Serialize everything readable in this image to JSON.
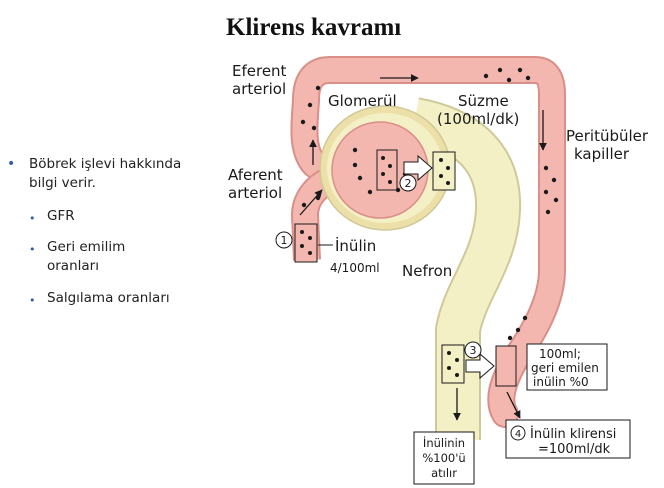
{
  "title": "Klirens kavramı",
  "bullets": {
    "main": "Böbrek işlevi hakkında bilgi verir.",
    "sub": [
      "GFR",
      "Geri emilim oranları",
      "Salgılama oranları"
    ]
  },
  "labels": {
    "efferent_1": "Eferent",
    "efferent_2": "arteriol",
    "glomerulus": "Glomerül",
    "filtration_1": "Süzme",
    "filtration_2": "(100ml/dk)",
    "peritubular_1": "Peritübüler",
    "peritubular_2": "kapiller",
    "afferent_1": "Aferent",
    "afferent_2": "arteriol",
    "inulin": "İnülin",
    "inulin_conc": "4/100ml",
    "nephron": "Nefron",
    "reabsorbed_1": "100ml;",
    "reabsorbed_2": "geri emilen",
    "reabsorbed_3": "inülin %0",
    "clearance_1": "İnülin klirensi",
    "clearance_2": "=100ml/dk",
    "excreted_1": "İnülinin",
    "excreted_2": "%100'ü",
    "excreted_3": "atılır"
  },
  "steps": [
    "1",
    "2",
    "3",
    "4"
  ],
  "colors": {
    "vessel": "#f4b7b0",
    "vessel_stroke": "#d98f88",
    "tubule": "#f4f0c6",
    "tubule_stroke": "#cfc99a",
    "capsule": "#ecdfa8",
    "dot": "#1a1a1a",
    "bullet": "#2f5da8"
  }
}
